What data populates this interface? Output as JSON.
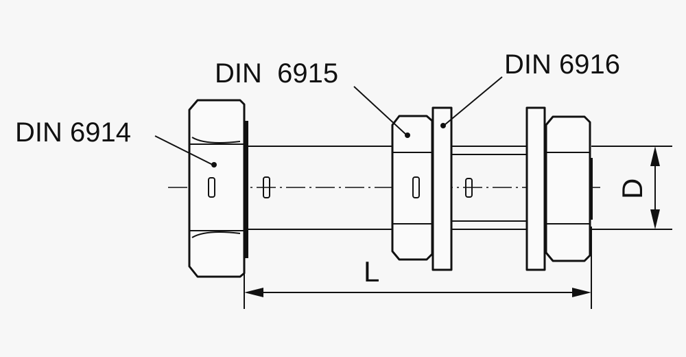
{
  "labels": {
    "din_6914": "DIN 6914",
    "din_6915": "DIN  6915",
    "din_6916": "DIN 6916",
    "length": "L",
    "diameter": "D"
  },
  "colors": {
    "ink": "#111111",
    "paper": "#f7f7f7"
  }
}
